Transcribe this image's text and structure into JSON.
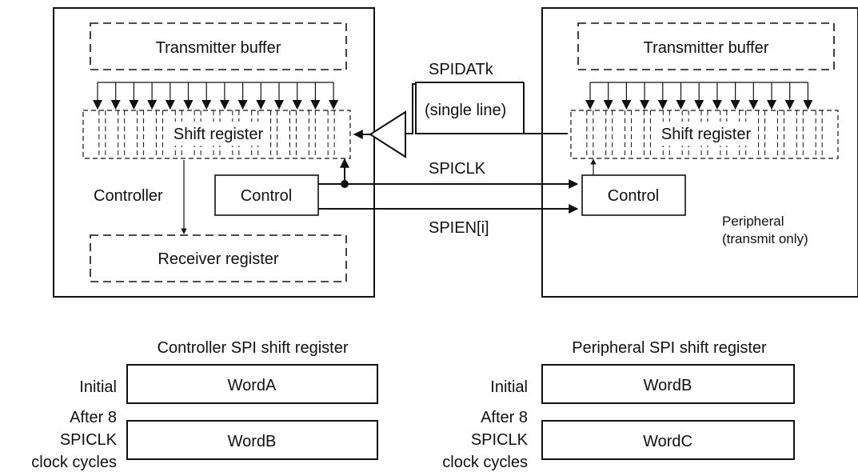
{
  "diagram": {
    "controller_block": {
      "transmitter_buffer": "Transmitter buffer",
      "shift_register": "Shift register",
      "controller_label": "Controller",
      "control": "Control",
      "receiver_register": "Receiver register"
    },
    "peripheral_block": {
      "transmitter_buffer": "Transmitter buffer",
      "shift_register": "Shift register",
      "control": "Control",
      "peripheral_label_line1": "Peripheral",
      "peripheral_label_line2": "(transmit only)"
    },
    "signals": {
      "spidat": "SPIDATk",
      "spidat_note": "(single line)",
      "spiclk": "SPICLK",
      "spien": "SPIEN[i]"
    }
  },
  "shift_tables": {
    "controller": {
      "title": "Controller SPI shift register",
      "rows": [
        {
          "label_lines": [
            "Initial"
          ],
          "value": "WordA"
        },
        {
          "label_lines": [
            "After 8",
            "SPICLK",
            "clock cycles"
          ],
          "value": "WordB"
        }
      ]
    },
    "peripheral": {
      "title": "Peripheral SPI shift register",
      "rows": [
        {
          "label_lines": [
            "Initial"
          ],
          "value": "WordB"
        },
        {
          "label_lines": [
            "After 8",
            "SPICLK",
            "clock cycles"
          ],
          "value": "WordC"
        }
      ]
    }
  }
}
